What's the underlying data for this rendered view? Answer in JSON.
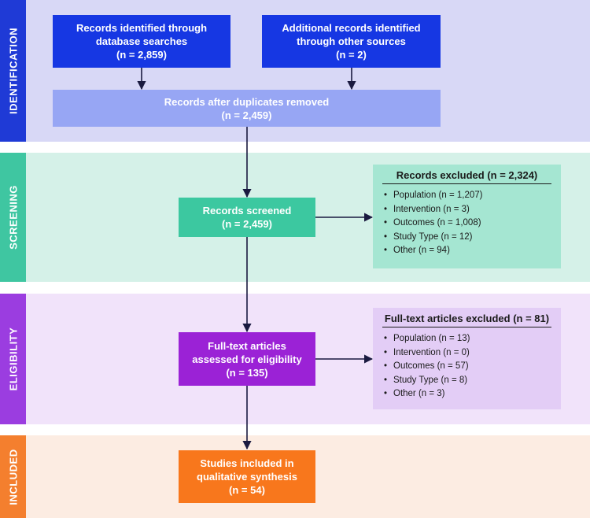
{
  "colors": {
    "identification_band": "#d8d8f6",
    "identification_tab": "#1f3ad6",
    "identification_box": "#1637e3",
    "duplicates_box": "#97a6f4",
    "screening_band": "#d5f1e8",
    "screening_tab": "#3fc6a1",
    "screened_box": "#3cc8a0",
    "screening_excl_box": "#a5e6d2",
    "eligibility_band": "#f1e3fa",
    "eligibility_tab": "#9b3de0",
    "eligibility_box": "#9b22d6",
    "eligibility_excl_box": "#e3cdf6",
    "included_band": "#fcece2",
    "included_tab": "#f47f2e",
    "included_box": "#f8771c",
    "arrow": "#1a1a40"
  },
  "stages": {
    "identification": "IDENTIFICATION",
    "screening": "SCREENING",
    "eligibility": "ELIGIBILITY",
    "included": "INCLUDED"
  },
  "boxes": {
    "database": {
      "line1": "Records identified through",
      "line2": "database searches",
      "line3": "(n = 2,859)"
    },
    "other_sources": {
      "line1": "Additional records identified",
      "line2": "through other sources",
      "line3": "(n = 2)"
    },
    "duplicates": {
      "line1": "Records after duplicates removed",
      "line2": "(n = 2,459)"
    },
    "screened": {
      "line1": "Records screened",
      "line2": "(n = 2,459)"
    },
    "fulltext": {
      "line1": "Full-text articles",
      "line2": "assessed for eligibility",
      "line3": "(n = 135)"
    },
    "included": {
      "line1": "Studies included in",
      "line2": "qualitative synthesis",
      "line3": "(n = 54)"
    }
  },
  "records_excluded": {
    "title": "Records excluded (n = 2,324)",
    "items": [
      "Population (n = 1,207)",
      "Intervention (n = 3)",
      "Outcomes (n = 1,008)",
      "Study Type (n = 12)",
      "Other (n = 94)"
    ]
  },
  "fulltext_excluded": {
    "title": "Full-text articles excluded (n = 81)",
    "items": [
      "Population (n = 13)",
      "Intervention (n = 0)",
      "Outcomes (n = 57)",
      "Study Type (n = 8)",
      "Other (n = 3)"
    ]
  }
}
